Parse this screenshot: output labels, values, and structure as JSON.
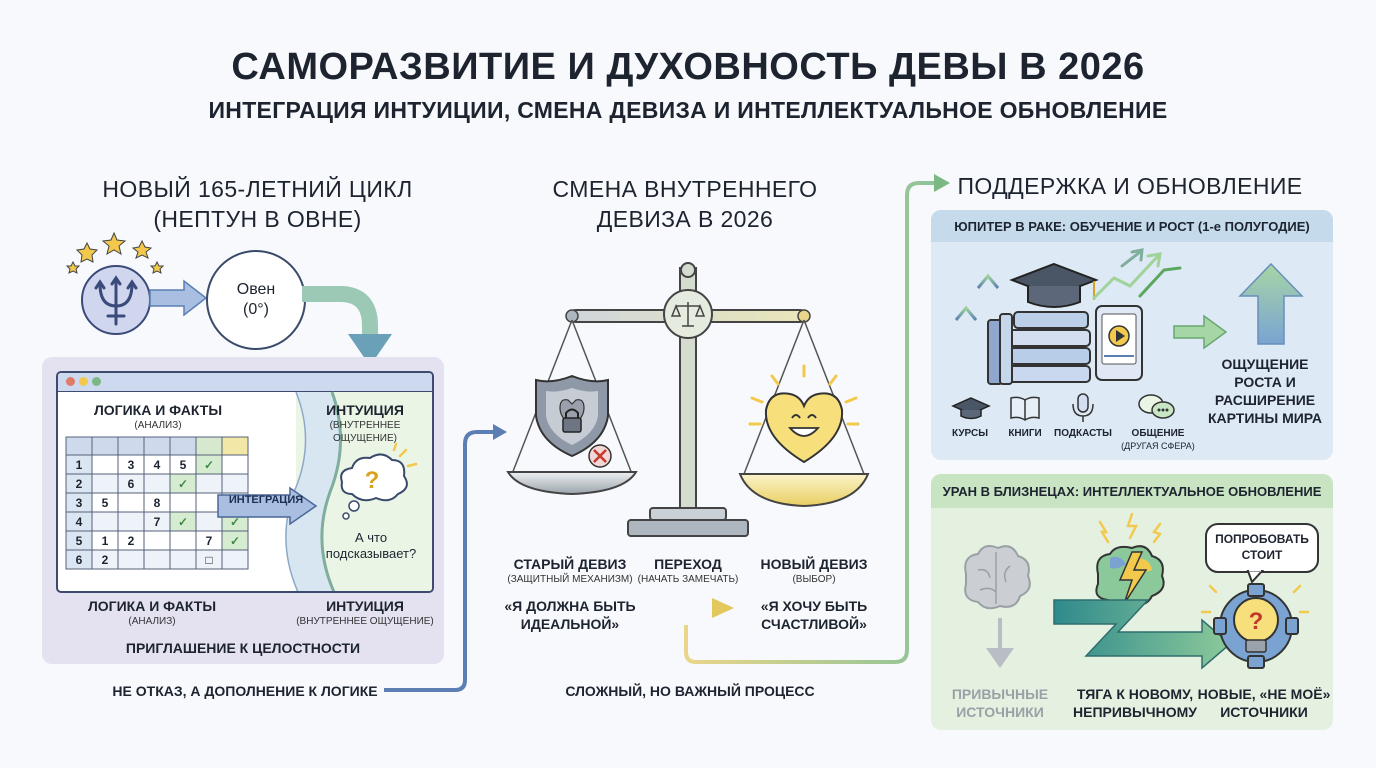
{
  "header": {
    "title": "САМОРАЗВИТИЕ И ДУХОВНОСТЬ ДЕВЫ В 2026",
    "subtitle": "ИНТЕГРАЦИЯ ИНТУИЦИИ, СМЕНА ДЕВИЗА И ИНТЕЛЛЕКТУАЛЬНОЕ ОБНОВЛЕНИЕ"
  },
  "left": {
    "heading_1": "НОВЫЙ 165-ЛЕТНИЙ ЦИКЛ",
    "heading_2": "(НЕПТУН В ОВНЕ)",
    "aries_1": "Овен",
    "aries_2": "(0°)",
    "logic_title": "ЛОГИКА И ФАКТЫ",
    "logic_sub": "(АНАЛИЗ)",
    "intuition_title": "ИНТУИЦИЯ",
    "intuition_sub_1": "(ВНУТРЕННЕЕ",
    "intuition_sub_2": "ОЩУЩЕНИЕ)",
    "integration": "ИНТЕГРАЦИЯ",
    "question_1": "А что",
    "question_2": "подсказывает?",
    "bottom_logic_title": "ЛОГИКА И ФАКТЫ",
    "bottom_logic_sub": "(АНАЛИЗ)",
    "bottom_intuition_title": "ИНТУИЦИЯ",
    "bottom_intuition_sub": "(ВНУТРЕННЕЕ ОЩУЩЕНИЕ)",
    "invitation": "ПРИГЛАШЕНИЕ К ЦЕЛОСТНОСТИ",
    "footer": "НЕ ОТКАЗ, А ДОПОЛНЕНИЕ К ЛОГИКЕ",
    "grid": [
      [
        "1",
        "",
        "3",
        "4",
        "5",
        "✓",
        ""
      ],
      [
        "2",
        "",
        "6",
        "",
        "✓",
        "",
        ""
      ],
      [
        "3",
        "5",
        "",
        "8",
        "",
        "",
        ""
      ],
      [
        "4",
        "",
        "",
        "7",
        "✓",
        "",
        "✓"
      ],
      [
        "5",
        "1",
        "2",
        "",
        "",
        "7",
        "✓"
      ],
      [
        "6",
        "2",
        "",
        "",
        "",
        "□",
        ""
      ]
    ]
  },
  "middle": {
    "heading_1": "СМЕНА ВНУТРЕННЕГО",
    "heading_2": "ДЕВИЗА В 2026",
    "old_title": "СТАРЫЙ ДЕВИЗ",
    "old_sub": "(ЗАЩИТНЫЙ МЕХАНИЗМ)",
    "transition_title": "ПЕРЕХОД",
    "transition_sub": "(НАЧАТЬ ЗАМЕЧАТЬ)",
    "new_title": "НОВЫЙ ДЕВИЗ",
    "new_sub": "(ВЫБОР)",
    "old_quote_1": "«Я ДОЛЖНА БЫТЬ",
    "old_quote_2": "ИДЕАЛЬНОЙ»",
    "new_quote_1": "«Я ХОЧУ БЫТЬ",
    "new_quote_2": "СЧАСТЛИВОЙ»",
    "footer": "СЛОЖНЫЙ, НО ВАЖНЫЙ ПРОЦЕСС"
  },
  "right": {
    "heading": "ПОДДЕРЖКА И ОБНОВЛЕНИЕ",
    "jupiter_title": "ЮПИТЕР В РАКЕ: ОБУЧЕНИЕ И РОСТ (1-е ПОЛУГОДИЕ)",
    "jupiter_items": [
      "КУРСЫ",
      "КНИГИ",
      "ПОДКАСТЫ",
      "ОБЩЕНИЕ"
    ],
    "jupiter_item_note": "(ДРУГАЯ СФЕРА)",
    "growth_1": "ОЩУЩЕНИЕ",
    "growth_2": "РОСТА И",
    "growth_3": "РАСШИРЕНИЕ",
    "growth_4": "КАРТИНЫ МИРА",
    "uranus_title": "УРАН В БЛИЗНЕЦАХ: ИНТЕЛЛЕКТУАЛЬНОЕ ОБНОВЛЕНИЕ",
    "bubble_1": "ПОПРОБОВАТЬ",
    "bubble_2": "СТОИТ",
    "usual_1": "ПРИВЫЧНЫЕ",
    "usual_2": "ИСТОЧНИКИ",
    "pull_1": "ТЯГА К НОВОМУ,",
    "pull_2": "НЕПРИВЫЧНОМУ",
    "new_1": "НОВЫЕ, «НЕ МОЁ»",
    "new_2": "ИСТОЧНИКИ"
  },
  "colors": {
    "accent_blue": "#5b7fb3",
    "accent_green": "#7cb883",
    "gold": "#f2c94c",
    "panel_purple": "#e4e2f1",
    "panel_blue": "#dde9f4",
    "panel_green": "#e4f1e1"
  }
}
